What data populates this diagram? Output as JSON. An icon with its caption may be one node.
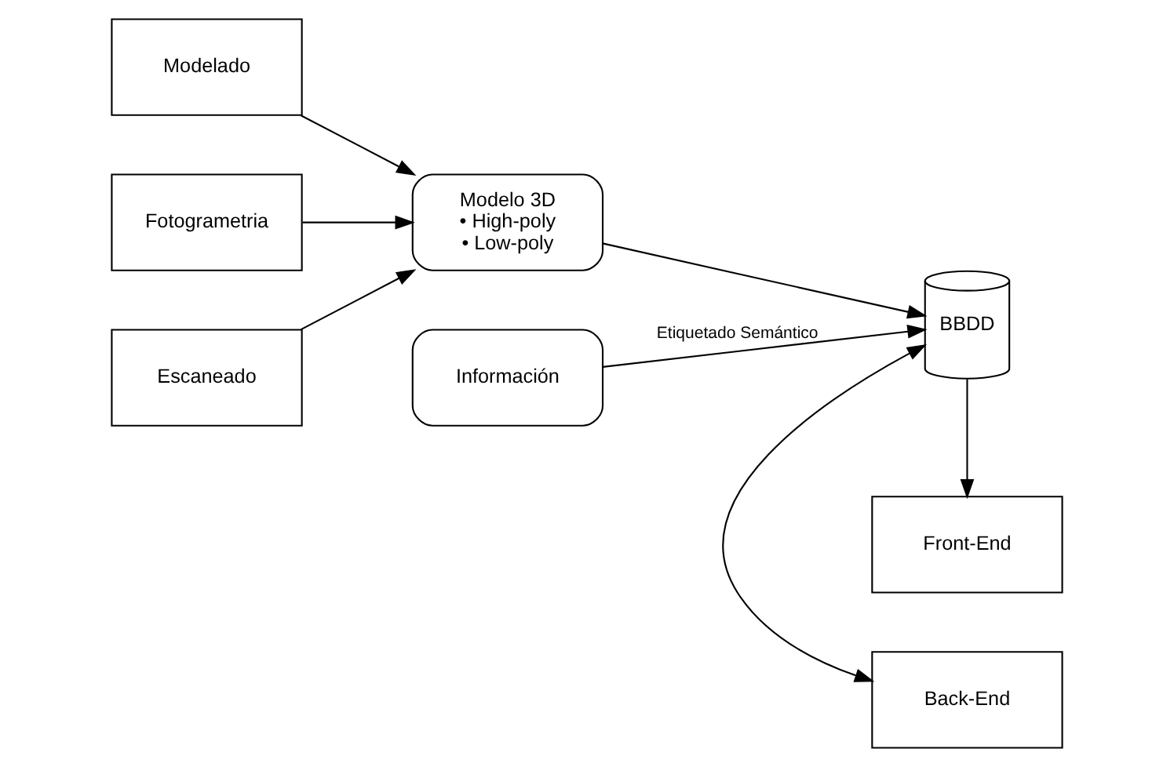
{
  "diagram": {
    "nodes": [
      {
        "text": [
          "Modelado"
        ]
      },
      {
        "text": [
          "Fotogrametria"
        ]
      },
      {
        "text": [
          "Escaneado"
        ]
      },
      {
        "text": [
          "Modelo 3D",
          "• High-poly",
          "• Low-poly"
        ]
      },
      {
        "text": [
          "Back-End"
        ]
      },
      {
        "text": [
          "BBDD"
        ]
      },
      {
        "text": [
          "Información"
        ]
      },
      {
        "text": [
          "Front-End"
        ]
      }
    ],
    "edges": [
      {
        "from": 0,
        "to": 3,
        "arrow": "to"
      },
      {
        "from": 1,
        "to": 3,
        "arrow": "to"
      },
      {
        "from": 2,
        "to": 3,
        "arrow": "to"
      },
      {
        "from": 3,
        "to": 5,
        "arrow": "to"
      },
      {
        "from": 6,
        "to": 5,
        "arrow": "to",
        "label": "Etiquetado Semántico"
      },
      {
        "from": 5,
        "to": 4,
        "arrow": "both"
      },
      {
        "from": 5,
        "to": 7,
        "arrow": "to"
      }
    ]
  }
}
